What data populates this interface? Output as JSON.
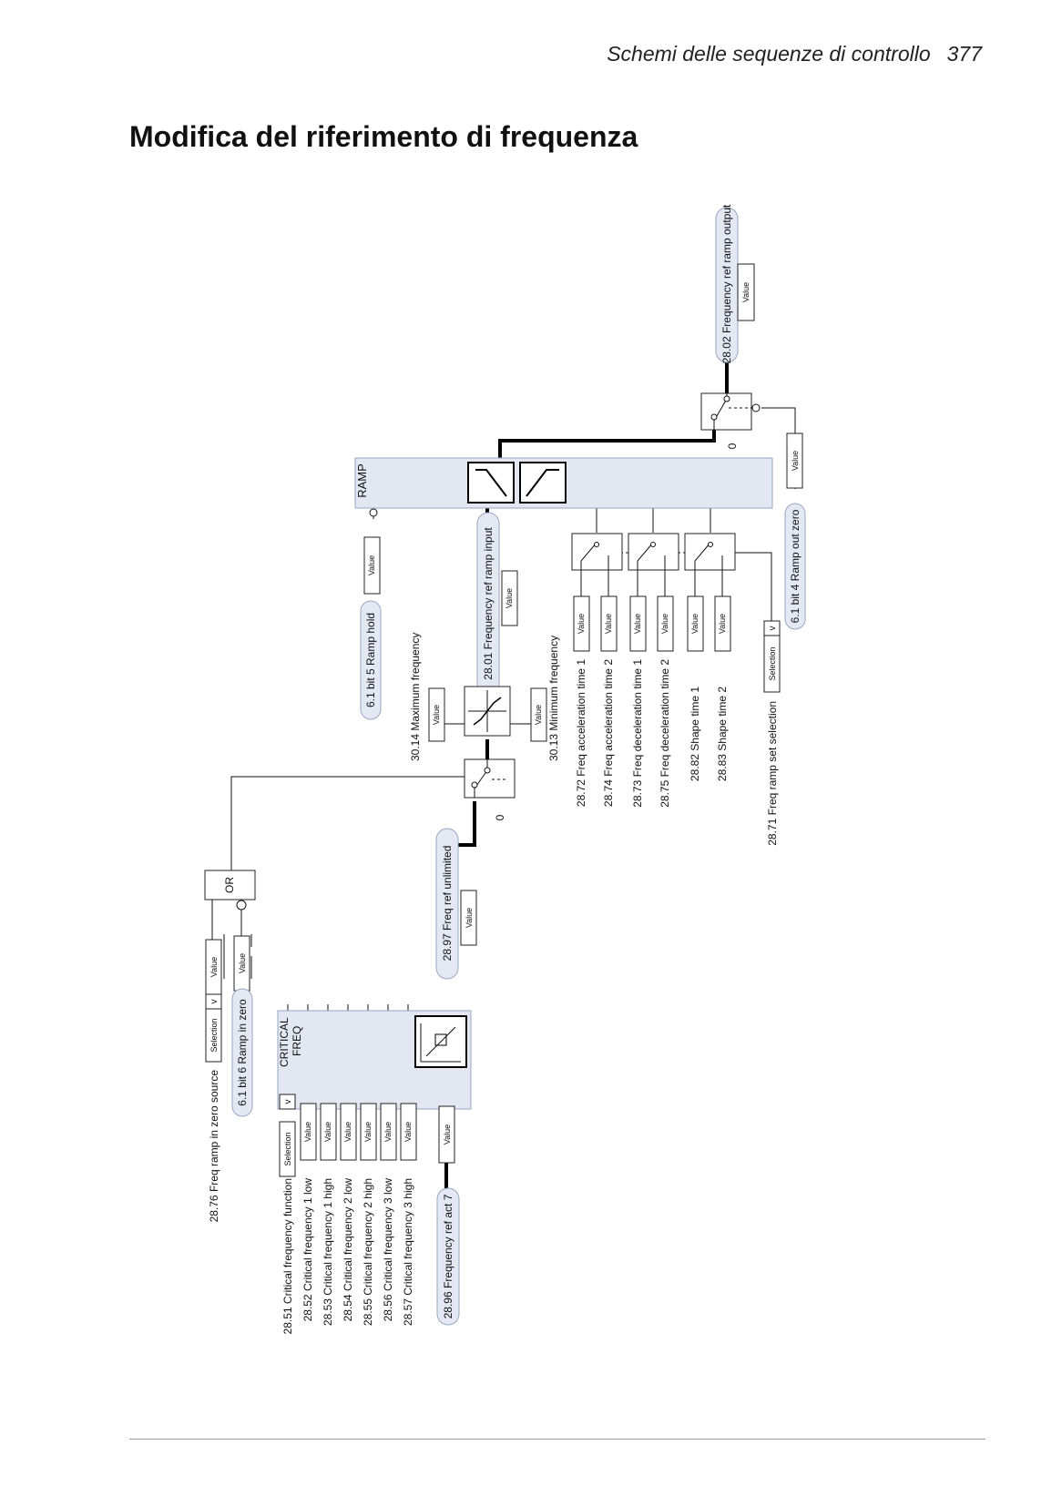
{
  "header": {
    "section": "Schemi delle sequenze di controllo",
    "page_number": "377"
  },
  "title": "Modifica del riferimento di frequenza",
  "diagram": {
    "output_param": "28.02 Frequency ref ramp output",
    "ramp_block": "RAMP",
    "ramp_input_param": "28.01 Frequency ref ramp input",
    "ramp_hold": "6.1 bit 5 Ramp hold",
    "ramp_out_zero": "6.1 bit 4 Ramp out zero",
    "ramp_in_zero": "6.1 bit 6 Ramp in zero",
    "ramp_zero_source": "28.76 Freq ramp in zero source",
    "max_freq": "30.14 Maximum frequency",
    "min_freq": "30.13 Minimum frequency",
    "accel1": "28.72 Freq acceleration time 1",
    "accel2": "28.74 Freq acceleration time 2",
    "decel1": "28.73 Freq deceleration time 1",
    "decel2": "28.75 Freq deceleration time 2",
    "shape1": "28.82 Shape time 1",
    "shape2": "28.83 Shape time 2",
    "ramp_set_sel": "28.71 Freq ramp set selection",
    "freq_ref_unlimited": "28.97 Freq ref unlimited",
    "or_block": "OR",
    "critical_block_line1": "CRITICAL",
    "critical_block_line2": "FREQ",
    "crit_function": "28.51 Critical frequency function",
    "crit1_low": "28.52 Critical frequency 1 low",
    "crit1_high": "28.53 Critical frequency 1 high",
    "crit2_low": "28.54 Critical frequency 2 low",
    "crit2_high": "28.55 Critical frequency 2 high",
    "crit3_low": "28.56 Critical frequency 3 low",
    "crit3_high": "28.57 Critical frequency 3 high",
    "freq_ref_act7": "28.96 Frequency ref act 7",
    "value_label": "Value",
    "selection_label": "Selection",
    "dropdown_glyph": "v",
    "zero_label": "0"
  }
}
